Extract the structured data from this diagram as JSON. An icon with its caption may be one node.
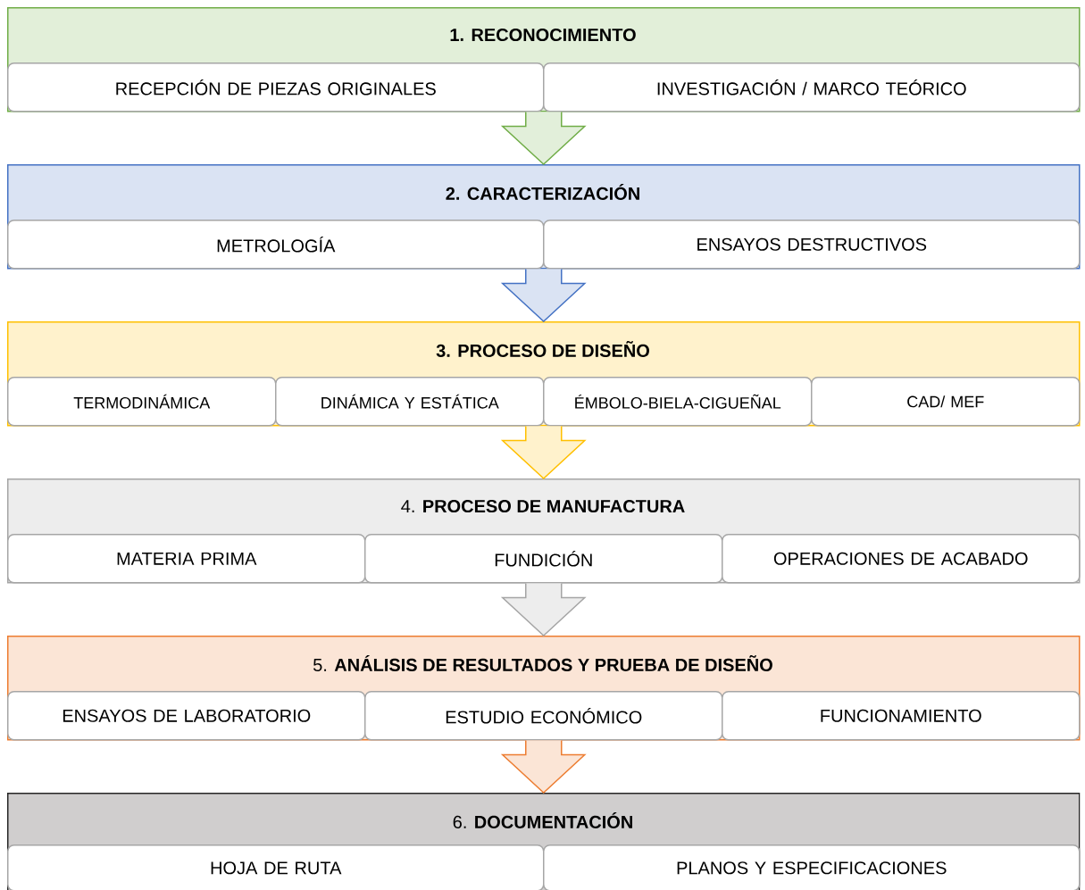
{
  "diagram": {
    "nodes": [
      {
        "text": [
          "1. RECONOCIMIENTO"
        ]
      },
      {
        "text": [
          "RECEPCIÓN DE PIEZAS ORIGINALES"
        ],
        "in": 0
      },
      {
        "text": [
          "INVESTIGACIÓN / MARCO TEÓRICO"
        ],
        "in": 0
      },
      {
        "text": [
          "2. CARACTERIZACIÓN"
        ]
      },
      {
        "text": [
          "METROLOGÍA"
        ],
        "in": 3
      },
      {
        "text": [
          "ENSAYOS DESTRUCTIVOS"
        ],
        "in": 3
      },
      {
        "text": [
          "3. PROCESO DE DISEÑO"
        ]
      },
      {
        "text": [
          "TERMODINÁMICA"
        ],
        "in": 6
      },
      {
        "text": [
          "DINÁMICA Y ESTÁTICA"
        ],
        "in": 6
      },
      {
        "text": [
          "ÉMBOLO-BIELA-CIGUEÑAL"
        ],
        "in": 6
      },
      {
        "text": [
          "CAD/ MEF"
        ],
        "in": 6
      },
      {
        "text": [
          "4. **PROCESO DE MANUFACTURA**"
        ]
      },
      {
        "text": [
          "MATERIA PRIMA"
        ],
        "in": 11
      },
      {
        "text": [
          "FUNDICIÓN"
        ],
        "in": 11
      },
      {
        "text": [
          "OPERACIONES DE ACABADO"
        ],
        "in": 11
      },
      {
        "text": [
          "5. **ANÁLISIS DE RESULTADOS Y PRUEBA DE DISEÑO**"
        ]
      },
      {
        "text": [
          "ENSAYOS DE LABORATORIO"
        ],
        "in": 15
      },
      {
        "text": [
          "ESTUDIO ECONÓMICO"
        ],
        "in": 15
      },
      {
        "text": [
          "FUNCIONAMIENTO"
        ],
        "in": 15
      },
      {
        "text": [
          "6. **DOCUMENTACIÓN**"
        ]
      },
      {
        "text": [
          "HOJA DE RUTA"
        ],
        "in": 19
      },
      {
        "text": [
          "PLANOS Y ESPECIFICACIONES"
        ],
        "in": 19
      }
    ],
    "edges": [
      {
        "from": 0,
        "to": 3,
        "arrow": "to",
        "color": "#70ad47"
      },
      {
        "from": 3,
        "to": 6,
        "arrow": "to",
        "color": "#4472c4"
      },
      {
        "from": 6,
        "to": 11,
        "arrow": "to",
        "color": "#ffc000"
      },
      {
        "from": 11,
        "to": 15,
        "arrow": "to",
        "color": "#a5a5a5"
      },
      {
        "from": 15,
        "to": 19,
        "arrow": "to",
        "color": "#ed7d31"
      }
    ]
  }
}
